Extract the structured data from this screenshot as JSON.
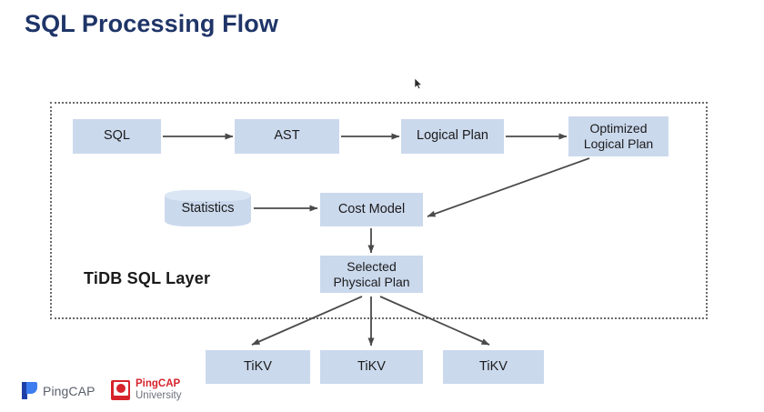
{
  "slide": {
    "title": "SQL Processing Flow",
    "background_color": "#ffffff",
    "title_color": "#1f3568"
  },
  "diagram": {
    "boundary_label": "TiDB SQL Layer",
    "boundary_style": "dotted",
    "node_fill_color": "#cbd9ed",
    "node_text_color": "#1b1b1b",
    "arrow_color": "#4a4a4a",
    "nodes": {
      "sql": "SQL",
      "ast": "AST",
      "logical_plan": "Logical Plan",
      "optimized_logical_plan_line1": "Optimized",
      "optimized_logical_plan_line2": "Logical Plan",
      "statistics": "Statistics",
      "cost_model": "Cost Model",
      "selected_physical_plan_line1": "Selected",
      "selected_physical_plan_line2": "Physical Plan",
      "tikv_1": "TiKV",
      "tikv_2": "TiKV",
      "tikv_3": "TiKV"
    }
  },
  "footer": {
    "pingcap_wordmark": "PingCAP",
    "university_top": "PingCAP",
    "university_bottom": "University",
    "pingcap_blue": "#3d7df0",
    "university_red": "#d6242c"
  }
}
